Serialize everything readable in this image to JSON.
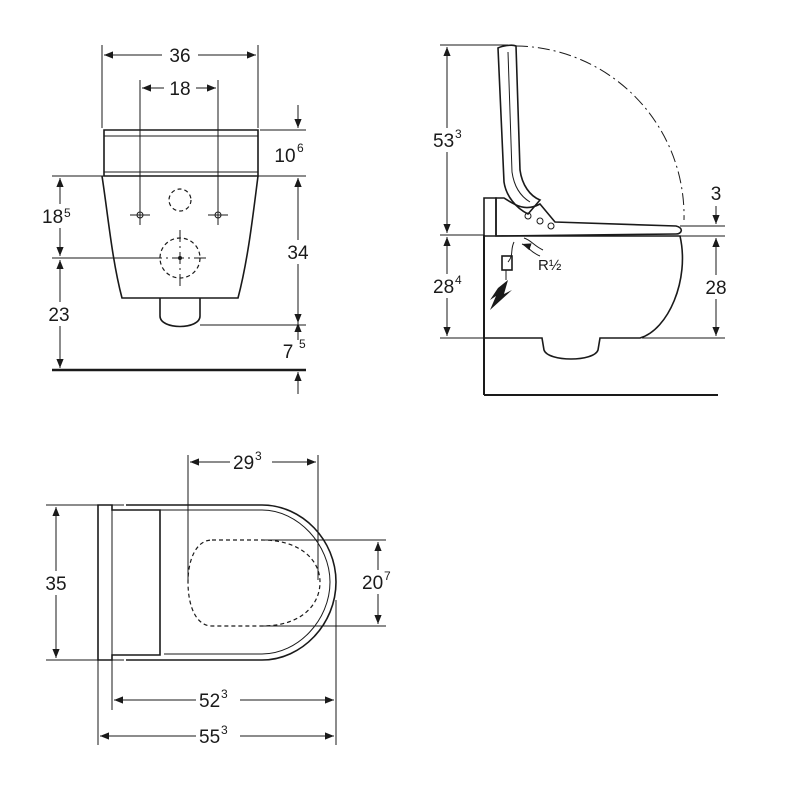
{
  "front_view": {
    "width_total": {
      "main": "36",
      "sup": ""
    },
    "hole_spacing": {
      "main": "18",
      "sup": ""
    },
    "top_height": {
      "main": "10",
      "sup": "6"
    },
    "upper_left": {
      "main": "18",
      "sub": "5"
    },
    "right_height": {
      "main": "34",
      "sup": ""
    },
    "lower_left": {
      "main": "23",
      "sup": ""
    },
    "floor_gap": {
      "main": "7",
      "sup": "5"
    }
  },
  "side_view": {
    "lid_height": {
      "main": "53",
      "sup": "3"
    },
    "seat_gap": {
      "main": "3",
      "sup": ""
    },
    "left_height": {
      "main": "28",
      "sup": "4"
    },
    "right_height": {
      "main": "28",
      "sup": ""
    },
    "connection_label": "R½"
  },
  "top_view": {
    "seat_length": {
      "main": "29",
      "sup": "3"
    },
    "width": {
      "main": "35",
      "sup": ""
    },
    "seat_width": {
      "main": "20",
      "sup": "7"
    },
    "bowl_length": {
      "main": "52",
      "sup": "3"
    },
    "overall_length": {
      "main": "55",
      "sup": "3"
    }
  }
}
